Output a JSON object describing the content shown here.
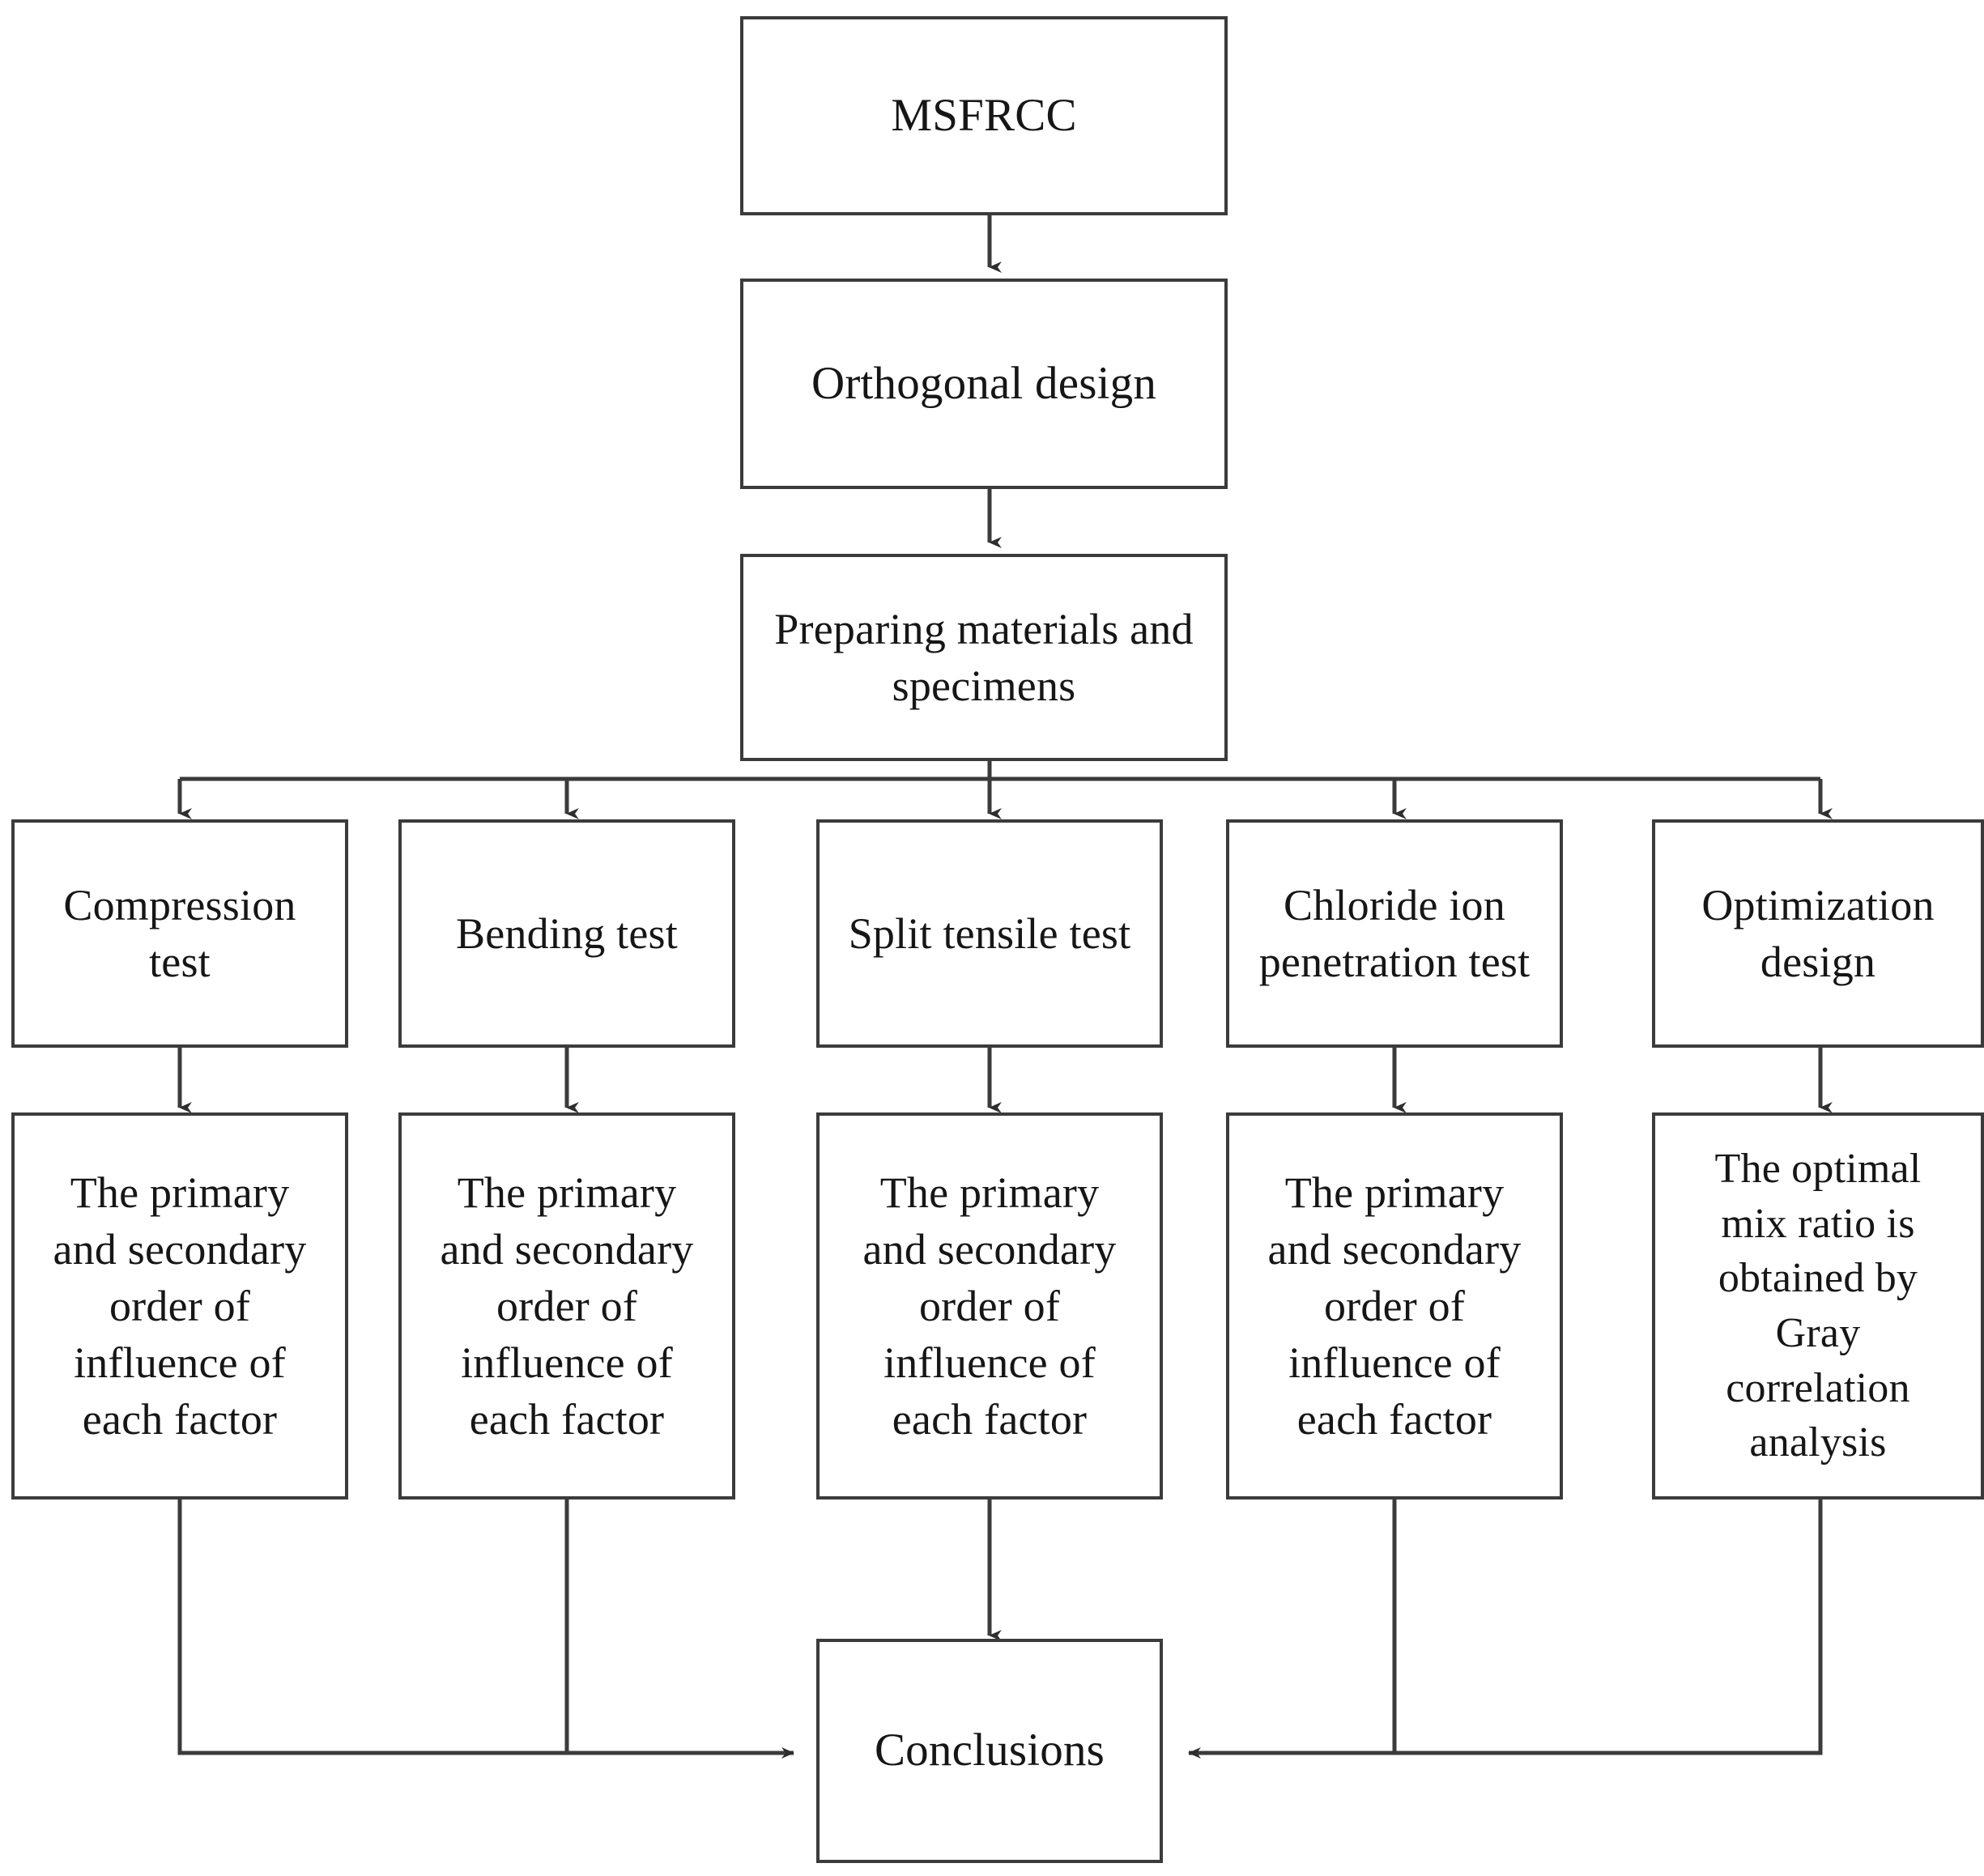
{
  "diagram": {
    "title": "MSFRCC experimental program flowchart",
    "colors": {
      "stroke": "#3b3b3b",
      "text": "#161616",
      "background": "#ffffff"
    },
    "nodes": {
      "root": "MSFRCC",
      "orthogonal_design": "Orthogonal design",
      "preparing": "Preparing materials and\nspecimens",
      "branch_1": "Compression\ntest",
      "branch_2": "Bending test",
      "branch_3": "Split tensile test",
      "branch_4": "Chloride ion\npenetration test",
      "branch_5": "Optimization\ndesign",
      "result_1": "The primary\nand secondary\norder of\ninfluence of\neach factor",
      "result_2": "The primary\nand secondary\norder of\ninfluence of\neach factor",
      "result_3": "The primary\nand secondary\norder of\ninfluence of\neach factor",
      "result_4": "The primary\nand secondary\norder of\ninfluence of\neach factor",
      "result_5": "The optimal\nmix ratio is\nobtained by\nGray\ncorrelation\nanalysis",
      "conclusions": "Conclusions"
    }
  }
}
